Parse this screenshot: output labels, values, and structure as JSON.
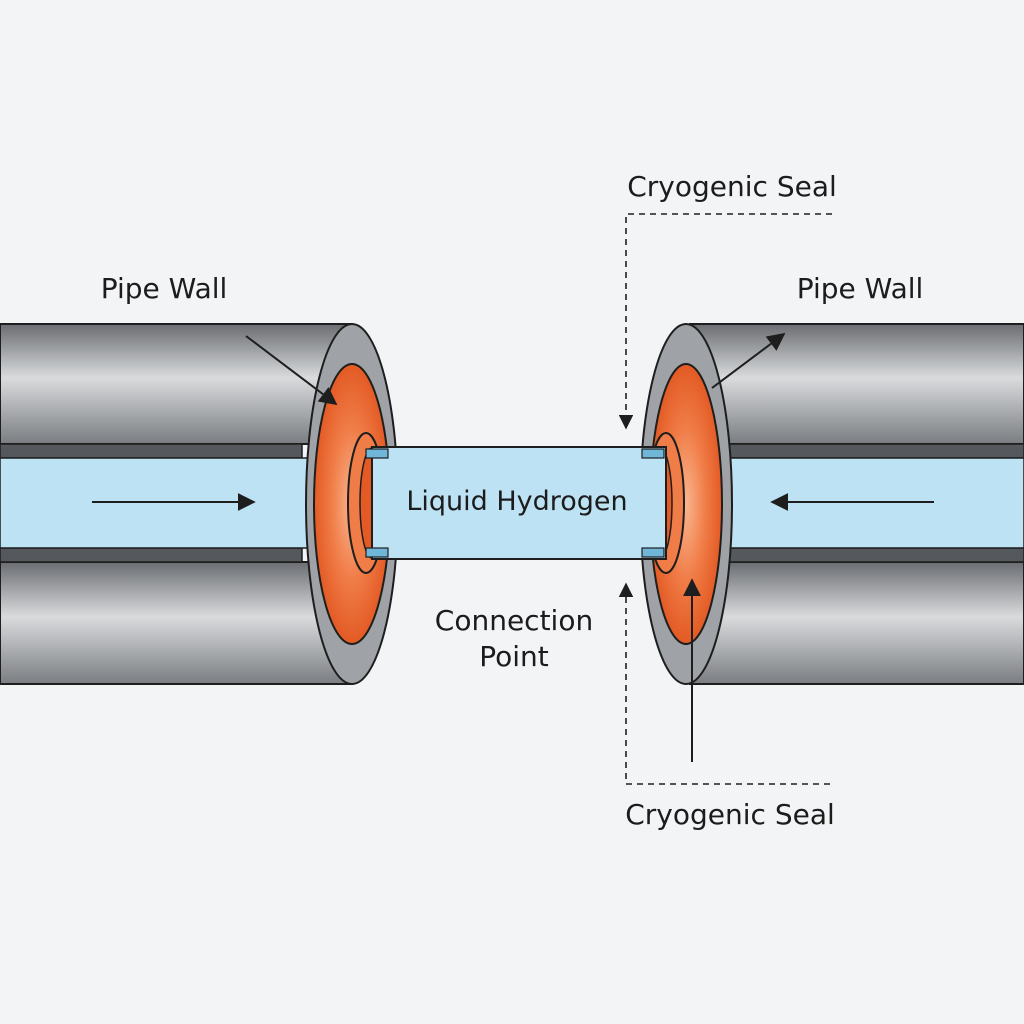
{
  "labels": {
    "pipe_wall_left": "Pipe Wall",
    "pipe_wall_right": "Pipe Wall",
    "cryogenic_seal_top": "Cryogenic Seal",
    "cryogenic_seal_bottom": "Cryogenic Seal",
    "liquid_hydrogen": "Liquid Hydrogen",
    "connection_point_line1": "Connection",
    "connection_point_line2": "Point"
  },
  "colors": {
    "background": "#f3f4f6",
    "pipe_metal_dark": "#5a5d61",
    "pipe_metal_light": "#d6d8da",
    "pipe_rim": "#9a9da1",
    "seal_orange": "#ee6a33",
    "seal_orange_light": "#f7a47a",
    "hydrogen_blue": "#bde2f4",
    "outline": "#1e1e1e"
  }
}
